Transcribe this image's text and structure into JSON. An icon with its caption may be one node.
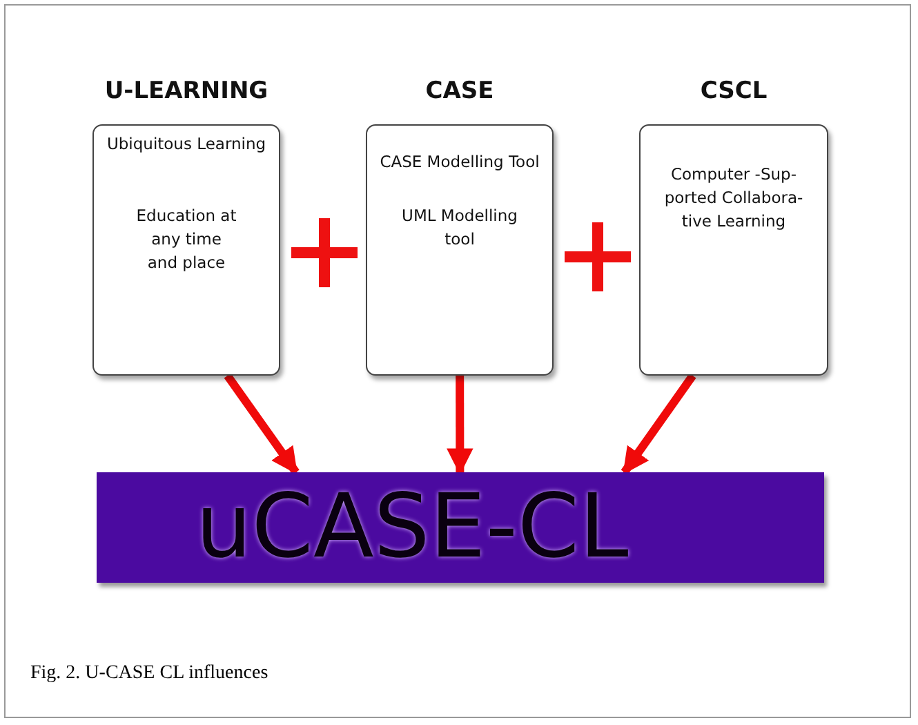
{
  "diagram": {
    "caption": "Fig. 2. U-CASE CL influences",
    "nodes": [
      {
        "text": [
          "U-LEARNING",
          "Ubiquitous Learning",
          "Education at any time and place"
        ]
      },
      {
        "text": [
          "CASE",
          "CASE Modelling Tool",
          "UML Modelling tool"
        ]
      },
      {
        "text": [
          "CSCL",
          "Computer -Sup- ported Collabora- tive Learning"
        ]
      },
      {
        "text": [
          "uCASE-CL"
        ]
      }
    ],
    "edges": [
      {
        "from": 0,
        "to": 3,
        "arrow": "to"
      },
      {
        "from": 1,
        "to": 3,
        "arrow": "to"
      },
      {
        "from": 2,
        "to": 3,
        "arrow": "to"
      }
    ]
  }
}
